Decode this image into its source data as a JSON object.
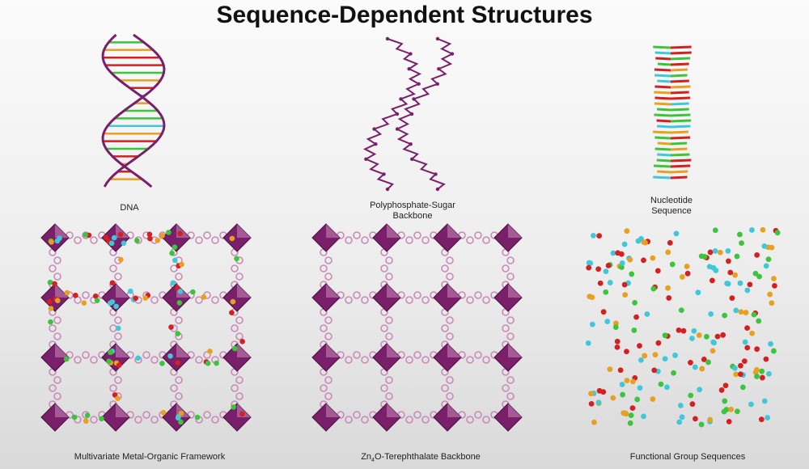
{
  "slide": {
    "title": "Sequence-Dependent Structures"
  },
  "captions": {
    "dna": "DNA",
    "backbone_line1": "Polyphosphate-Sugar",
    "backbone_line2": "Backbone",
    "nucleotide_line1": "Nucleotide",
    "nucleotide_line2": "Sequence",
    "mof": "Multivariate Metal-Organic Framework",
    "zn_prefix": "Zn",
    "zn_sub": "4",
    "zn_suffix": "O-Terephthalate Backbone",
    "functional": "Functional Group Sequences"
  },
  "colors": {
    "framework": "#7a1f6a",
    "framework_light": "#c98ab8",
    "red": "#d42020",
    "green": "#3cc43c",
    "orange": "#e8a020",
    "cyan": "#40c8d8"
  }
}
